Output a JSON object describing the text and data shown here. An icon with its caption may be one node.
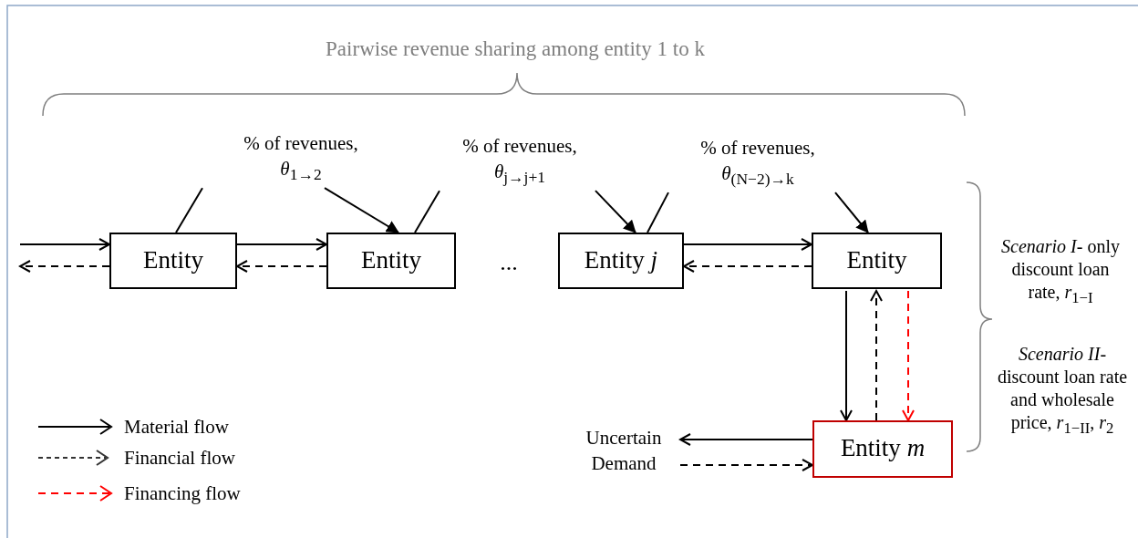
{
  "diagram": {
    "title": "Pairwise revenue sharing among entity 1 to k",
    "nodes": [
      {
        "text": [
          "Entity"
        ]
      },
      {
        "text": [
          "Entity"
        ]
      },
      {
        "text": [
          "Entity *j*"
        ]
      },
      {
        "text": [
          "Entity"
        ]
      },
      {
        "text": [
          "Entity *m*"
        ]
      },
      {
        "text": [
          "Uncertain Demand"
        ]
      },
      {
        "text": [
          "% of revenues, *θ*$_{1→2}$"
        ]
      },
      {
        "text": [
          "% of revenues, *θ*$_{j→j+1}$"
        ]
      },
      {
        "text": [
          "% of revenues, *θ*$_{(N−2)→k}$"
        ]
      }
    ],
    "edges": [
      {
        "from": null,
        "to": 0,
        "arrow": "to"
      },
      {
        "from": 0,
        "to": null,
        "arrow": "to",
        "style": "dashed"
      },
      {
        "from": 0,
        "to": 1,
        "arrow": "to"
      },
      {
        "from": 1,
        "to": 0,
        "arrow": "to",
        "style": "dashed"
      },
      {
        "from": 0,
        "to": 6,
        "arrow": "none"
      },
      {
        "from": 6,
        "to": 1,
        "arrow": "to"
      },
      {
        "from": 1,
        "to": 7,
        "arrow": "none"
      },
      {
        "from": 7,
        "to": 2,
        "arrow": "to"
      },
      {
        "from": 2,
        "to": 8,
        "arrow": "none"
      },
      {
        "from": 8,
        "to": 3,
        "arrow": "to"
      },
      {
        "from": 2,
        "to": 3,
        "arrow": "to"
      },
      {
        "from": 3,
        "to": 2,
        "arrow": "to",
        "style": "dashed"
      },
      {
        "from": 3,
        "to": 4,
        "arrow": "to"
      },
      {
        "from": 4,
        "to": 3,
        "arrow": "to",
        "style": "dashed"
      },
      {
        "from": 3,
        "to": 4,
        "arrow": "to",
        "style": "dashed",
        "color": "#ff0000"
      },
      {
        "from": 4,
        "to": 5,
        "arrow": "to"
      },
      {
        "from": 5,
        "to": 4,
        "arrow": "to",
        "style": "dashed"
      }
    ],
    "labels": [
      "...",
      "*Scenario I*- only discount loan rate, *r*$_{1−I}$",
      "*Scenario II*- discount loan rate and wholesale price, *r*$_{1−II}$, *r*$_{2}$"
    ],
    "legend": [
      {
        "text": "Material flow"
      },
      {
        "text": "Financial flow"
      },
      {
        "text": "Financing flow"
      }
    ]
  }
}
